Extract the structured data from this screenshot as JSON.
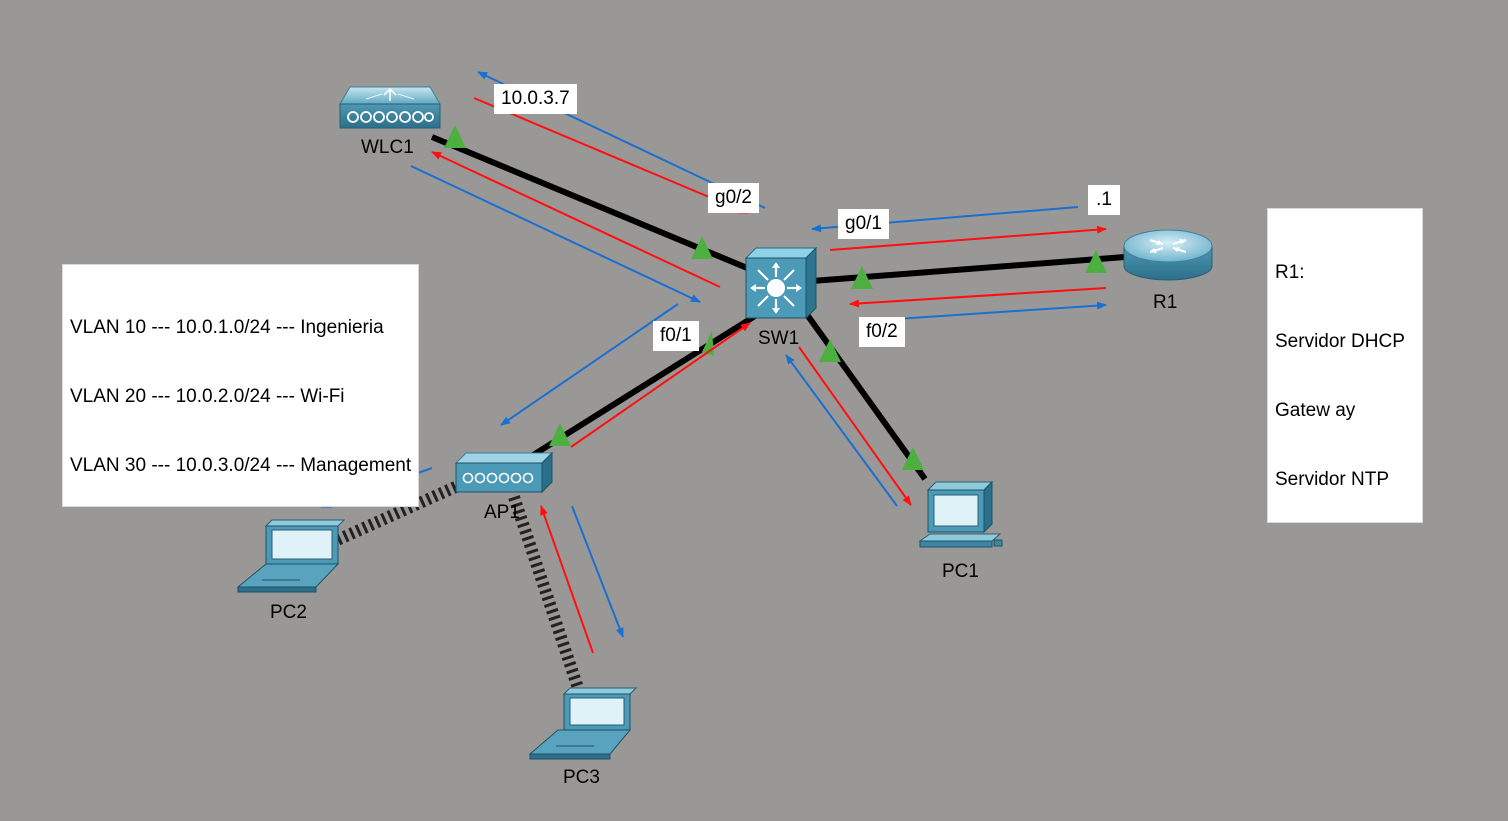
{
  "devices": {
    "wlc1": "WLC1",
    "sw1": "SW1",
    "r1": "R1",
    "ap1": "AP1",
    "pc1": "PC1",
    "pc2": "PC2",
    "pc3": "PC3"
  },
  "port_labels": {
    "wlc_ip": "10.0.3.7",
    "g02": "g0/2",
    "g01": "g0/1",
    "r1_ip": ".1",
    "f01": "f0/1",
    "f02": "f0/2"
  },
  "vlan_note": [
    "VLAN 10 --- 10.0.1.0/24 --- Ingenieria",
    "VLAN 20 --- 10.0.2.0/24 --- Wi-Fi",
    "VLAN 30 --- 10.0.3.0/24 --- Management"
  ],
  "r1_note": [
    "R1:",
    "Servidor DHCP",
    "Gatew ay",
    "Servidor NTP"
  ],
  "colors": {
    "background": "#9a9896",
    "link": "#000000",
    "link_up": "#4caf3f",
    "arrow_request": "#1a6fd0",
    "arrow_reply": "#ff1010"
  }
}
